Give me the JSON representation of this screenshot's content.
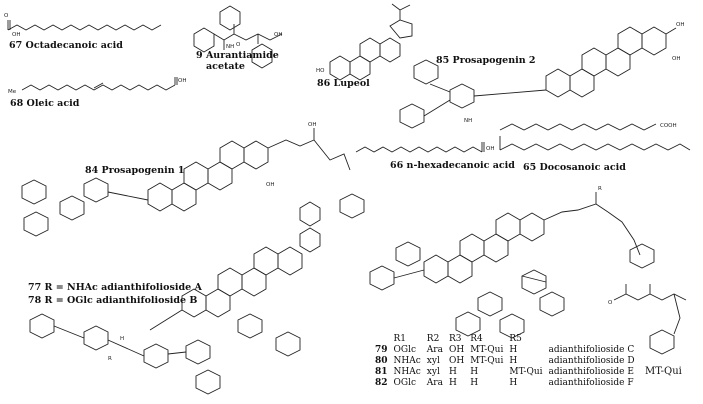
{
  "compounds": {
    "c67": {
      "number": "67",
      "name": "Octadecanoic acid"
    },
    "c9": {
      "number": "9",
      "name_line1": "Aurantiamide",
      "name_line2": "acetate"
    },
    "c86": {
      "number": "86",
      "name": "Lupeol"
    },
    "c85": {
      "number": "85",
      "name": "Prosapogenin 2"
    },
    "c68": {
      "number": "68",
      "name": "Oleic acid"
    },
    "c84": {
      "number": "84",
      "name": "Prosapogenin 1"
    },
    "c66": {
      "number": "66",
      "name": "n-hexadecanoic acid"
    },
    "c65": {
      "number": "65",
      "name": "Docosanoic acid"
    },
    "c77": {
      "number": "77",
      "text": "R = NHAc adianthifolioside A"
    },
    "c78": {
      "number": "78",
      "text": "R = OGlc adianthifolioside B"
    }
  },
  "substituent_table": {
    "headers": [
      "R1",
      "R2",
      "R3",
      "R4",
      "R5"
    ],
    "rows": [
      {
        "number": "79",
        "r1": "OGlc",
        "r2": "Ara",
        "r3": "OH",
        "r4": "MT-Qui",
        "r5": "H",
        "name": "adianthifolioside C"
      },
      {
        "number": "80",
        "r1": "NHAc",
        "r2": "xyl",
        "r3": "OH",
        "r4": "MT-Qui",
        "r5": "H",
        "name": "adianthifolioside D"
      },
      {
        "number": "81",
        "r1": "NHAc",
        "r2": "xyl",
        "r3": "H",
        "r4": "H",
        "r5": "MT-Qui",
        "name": "adianthifolioside E"
      },
      {
        "number": "82",
        "r1": "OGlc",
        "r2": "Ara",
        "r3": "H",
        "r4": "H",
        "r5": "H",
        "name": "adianthifolioside F"
      }
    ]
  },
  "structure_labels": {
    "cooh": "COOH",
    "oh": "OH",
    "ho": "HO",
    "o": "O",
    "me": "Me",
    "nh": "NH",
    "h": "H",
    "r": "R",
    "mtqui": "MT-Qui"
  }
}
